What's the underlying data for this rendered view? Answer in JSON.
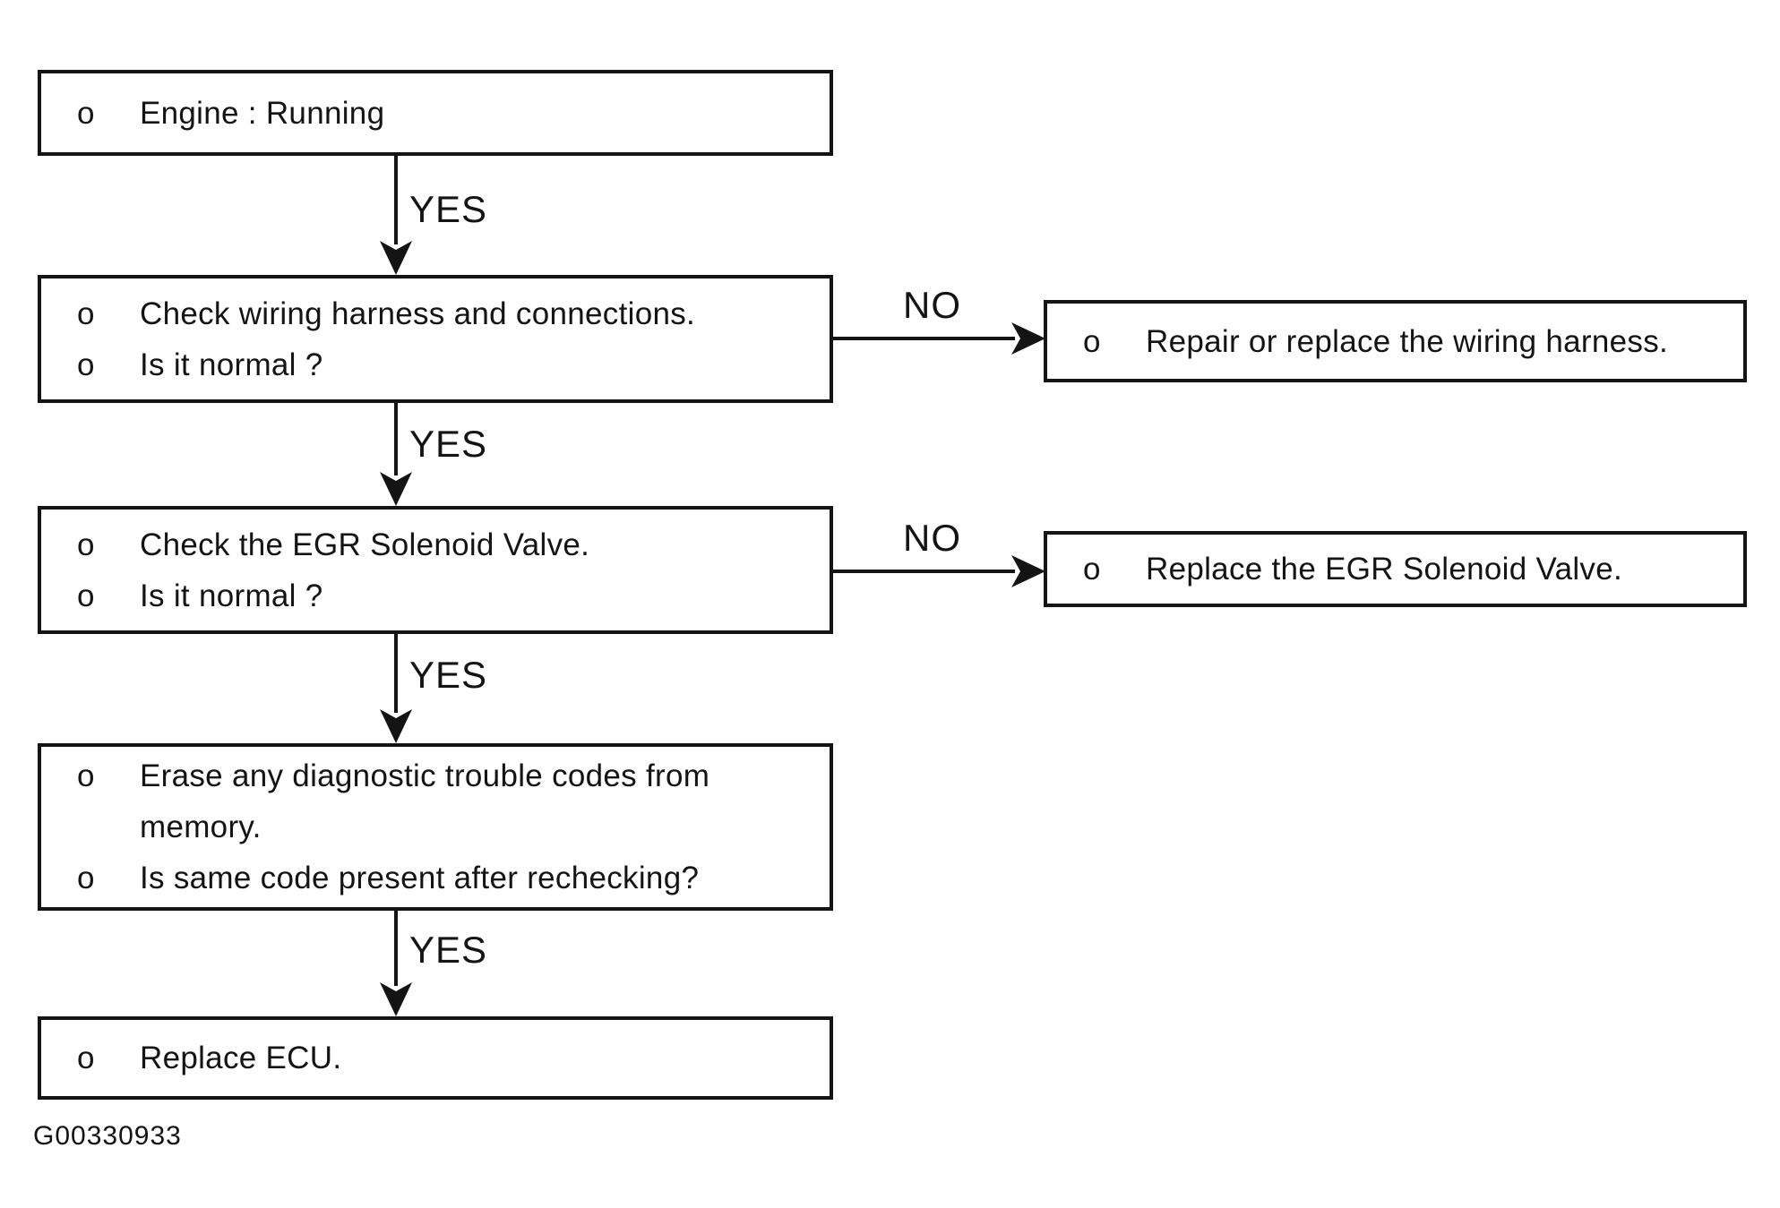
{
  "labels": {
    "yes": "YES",
    "no": "NO",
    "bullet": "o"
  },
  "boxes": {
    "engine": {
      "items": [
        "Engine : Running"
      ]
    },
    "wiring": {
      "items": [
        "Check wiring harness and connections.",
        "Is it normal ?"
      ]
    },
    "egr": {
      "items": [
        "Check the EGR Solenoid Valve.",
        "Is it normal ?"
      ]
    },
    "erase": {
      "items": [
        "Erase any diagnostic trouble codes from memory.",
        "Is same code present after rechecking?"
      ]
    },
    "ecu": {
      "items": [
        "Replace ECU."
      ]
    },
    "repair": {
      "items": [
        "Repair or replace the wiring harness."
      ]
    },
    "replace_egr": {
      "items": [
        "Replace the EGR Solenoid Valve."
      ]
    }
  },
  "footer": {
    "figure_id": "G00330933"
  },
  "colors": {
    "ink": "#141414",
    "background": "#ffffff"
  }
}
